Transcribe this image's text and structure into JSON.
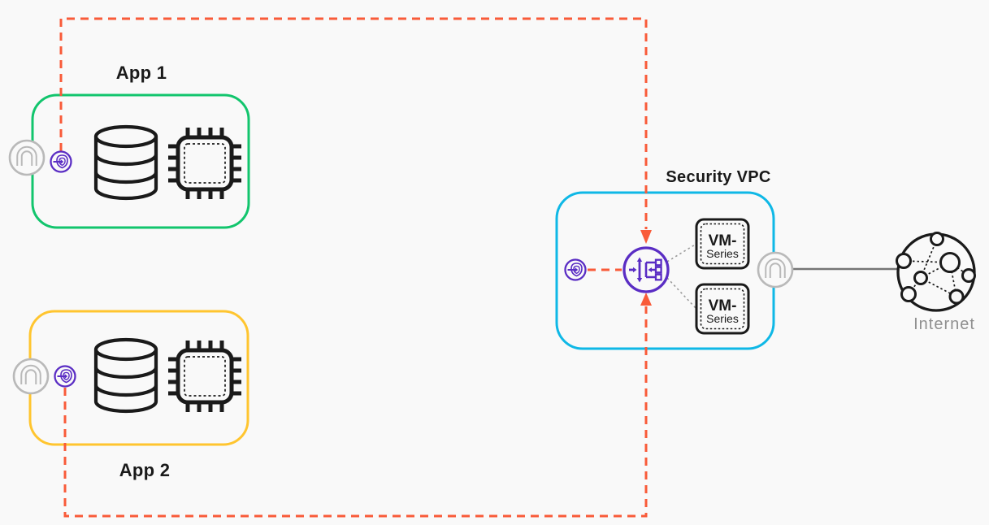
{
  "labels": {
    "app1": "App 1",
    "app2": "App 2",
    "security_vpc": "Security VPC",
    "internet": "Internet"
  },
  "vm_series": [
    {
      "line1": "VM-",
      "line2": "Series"
    },
    {
      "line1": "VM-",
      "line2": "Series"
    }
  ],
  "icons": {
    "database_icon": "database-cylinder",
    "chip_icon": "cpu-chip-dotted-core",
    "endpoint_icon": "gwlb-endpoint-shield-arrow",
    "interface_icon": "network-interface-n-badge",
    "gwlb_icon": "gateway-load-balancer",
    "internet_icon": "globe-with-network-nodes"
  },
  "colors": {
    "background": "#f9f9f9",
    "app1_border": "#12c56d",
    "app2_border": "#ffc52f",
    "security_border": "#0fb8e6",
    "flow_orange": "#f95b39",
    "purple": "#5a2dc4",
    "icon_dark": "#1a1a1a",
    "icon_gray": "#b9b9b9",
    "connector_gray": "#757575",
    "label_text": "#1a1a1a",
    "internet_label": "#8f8f8f"
  }
}
